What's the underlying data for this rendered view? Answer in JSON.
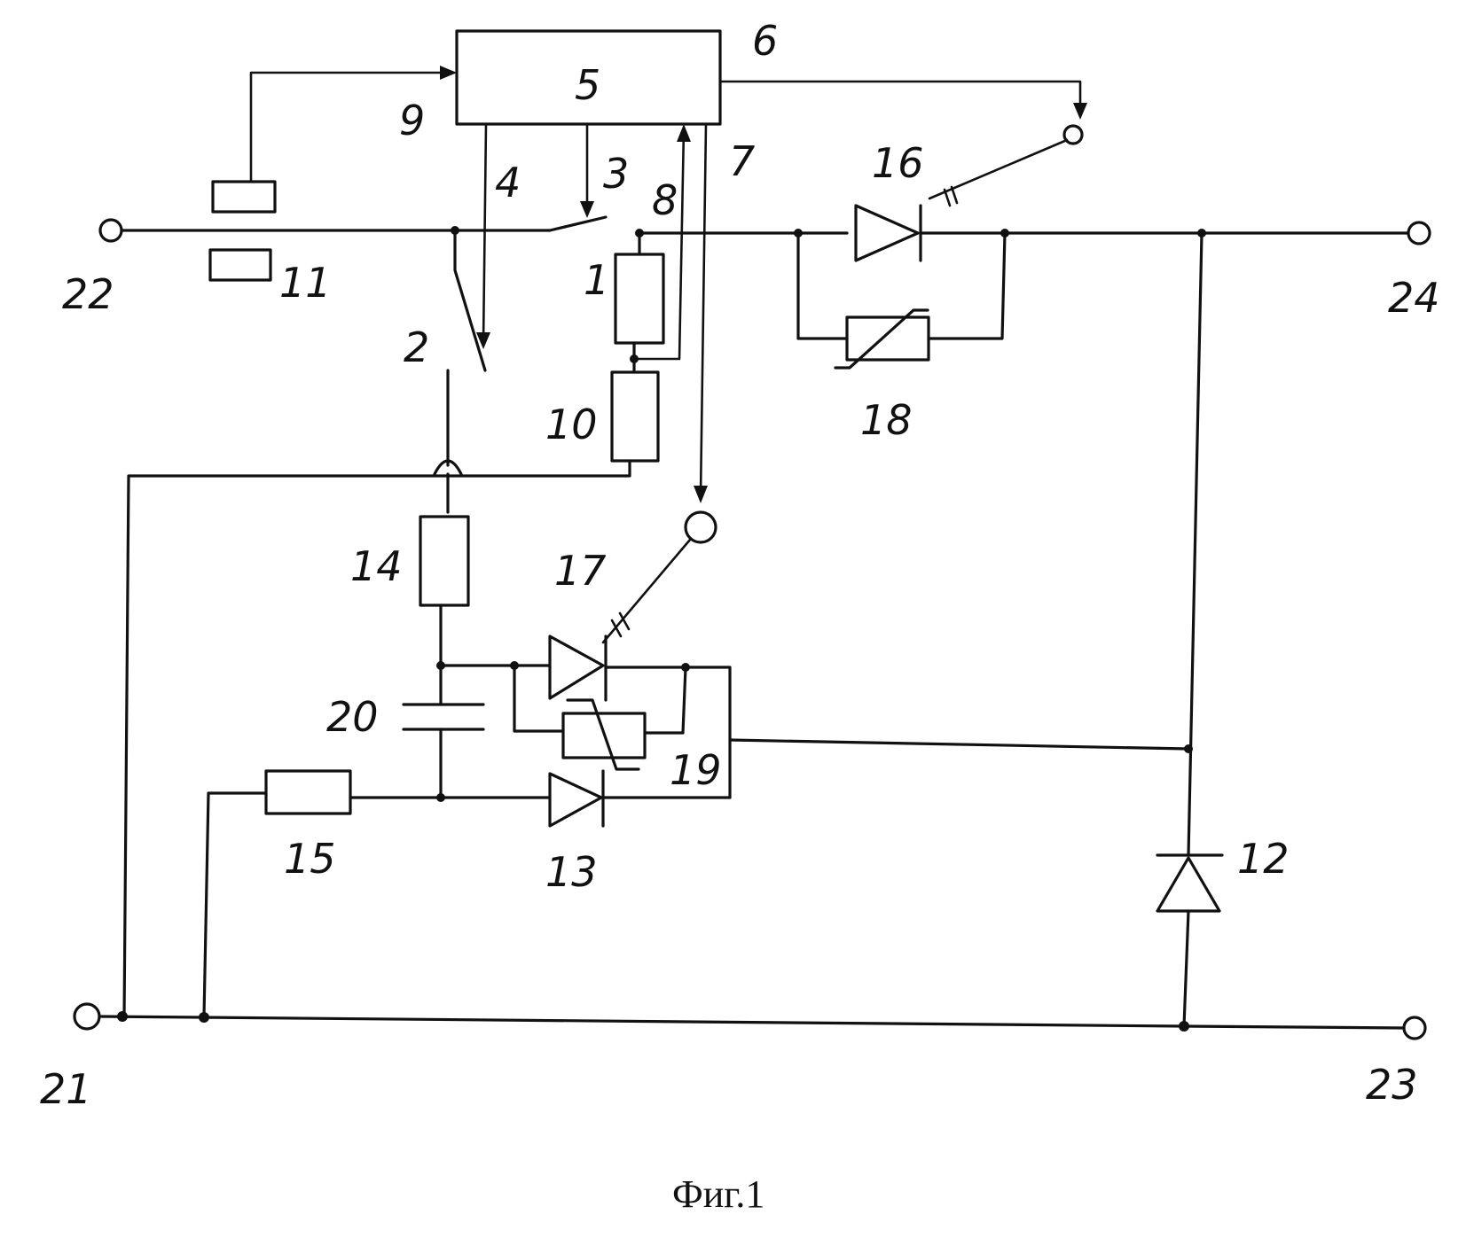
{
  "figure": {
    "caption": "Фиг.1",
    "labels": {
      "n1": "1",
      "n2": "2",
      "n3": "3",
      "n4": "4",
      "n5": "5",
      "n6": "6",
      "n7": "7",
      "n8": "8",
      "n9": "9",
      "n10": "10",
      "n11": "11",
      "n12": "12",
      "n13": "13",
      "n14": "14",
      "n15": "15",
      "n16": "16",
      "n17": "17",
      "n18": "18",
      "n19": "19",
      "n20": "20",
      "n21": "21",
      "n22": "22",
      "n23": "23",
      "n24": "24"
    }
  }
}
